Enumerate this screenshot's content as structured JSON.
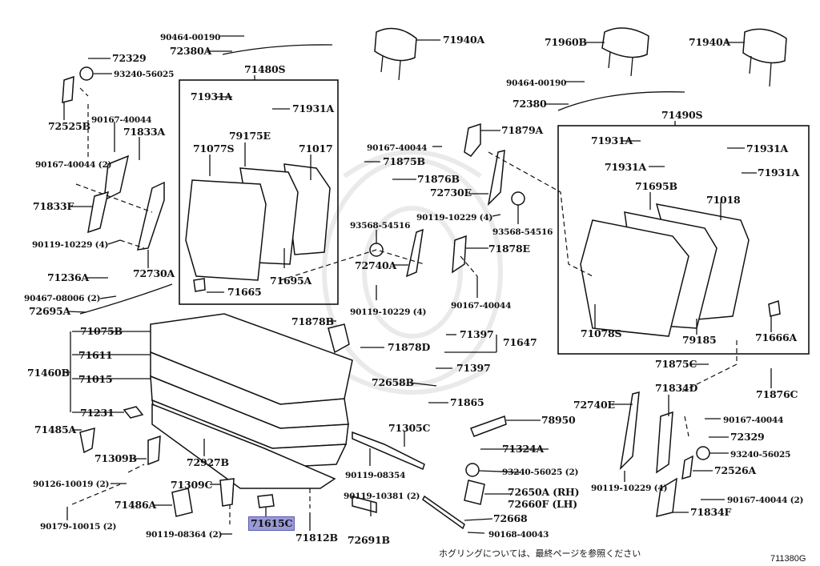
{
  "diagram": {
    "type": "exploded-parts-diagram",
    "subject": "Rear seat assembly",
    "diagram_code": "711380G",
    "note": "ホグリングについては、最終ページを参照ください",
    "highlight_color": "#9a9ad8",
    "highlighted_part": "71615C",
    "groups": [
      {
        "id": "71480S",
        "children": [
          "71931A",
          "71931A",
          "79175E",
          "71077S",
          "71017",
          "71695A",
          "71665"
        ]
      },
      {
        "id": "71490S",
        "children": [
          "71931A",
          "71931A",
          "71931A",
          "71931A",
          "71695B",
          "71018",
          "71078S",
          "79185",
          "71666A"
        ]
      },
      {
        "id": "71460B",
        "children": [
          "71075B",
          "71611",
          "71015",
          "71231"
        ]
      },
      {
        "id": "71647",
        "children": [
          "71397",
          "71397"
        ]
      }
    ],
    "labels": {
      "p90464_00190_l": "90464-00190",
      "p72380A": "72380A",
      "p72329_l": "72329",
      "p93240_56025_l": "93240-56025",
      "p72525B": "72525B",
      "p90167_40044_a": "90167-40044",
      "p71833A": "71833A",
      "p90167_40044_2a": "90167-40044 (2)",
      "p71833F": "71833F",
      "p90119_10229_4a": "90119-10229 (4)",
      "p72730A": "72730A",
      "p71236A": "71236A",
      "p90467_08006": "90467-08006 (2)",
      "p72695A": "72695A",
      "p71480S": "71480S",
      "p71931A_1": "71931A",
      "p71931A_2": "71931A",
      "p79175E": "79175E",
      "p71077S": "71077S",
      "p71017": "71017",
      "p71695A": "71695A",
      "p71665": "71665",
      "p71940A_l": "71940A",
      "p71960B": "71960B",
      "p71940A_r": "71940A",
      "p90464_00190_r": "90464-00190",
      "p72380": "72380",
      "p71879A": "71879A",
      "p90167_40044_b": "90167-40044",
      "p71875B": "71875B",
      "p71876B": "71876B",
      "p72730E": "72730E",
      "p90119_10229_4b": "90119-10229 (4)",
      "p93568_54516_a": "93568-54516",
      "p93568_54516_b": "93568-54516",
      "p71878E": "71878E",
      "p72740A": "72740A",
      "p90119_10229_4c": "90119-10229 (4)",
      "p90167_40044_c": "90167-40044",
      "p71490S": "71490S",
      "p71931A_3": "71931A",
      "p71931A_4": "71931A",
      "p71931A_5": "71931A",
      "p71931A_6": "71931A",
      "p71695B": "71695B",
      "p71018": "71018",
      "p71078S": "71078S",
      "p79185": "79185",
      "p71666A": "71666A",
      "p71075B": "71075B",
      "p71611": "71611",
      "p71460B": "71460B",
      "p71015": "71015",
      "p71231": "71231",
      "p71485A": "71485A",
      "p71309B": "71309B",
      "p72927B": "72927B",
      "p90126_10019": "90126-10019 (2)",
      "p71309C": "71309C",
      "p71486A": "71486A",
      "p90179_10015": "90179-10015 (2)",
      "p90119_08364": "90119-08364 (2)",
      "p71615C": "71615C",
      "p71812B": "71812B",
      "p71878B": "71878B",
      "p71878D": "71878D",
      "p71397_a": "71397",
      "p71647": "71647",
      "p71397_b": "71397",
      "p72658B": "72658B",
      "p71865": "71865",
      "p71305C": "71305C",
      "p90119_08354": "90119-08354",
      "p90119_10381": "90119-10381 (2)",
      "p72691B": "72691B",
      "p78950": "78950",
      "p71324A": "71324A",
      "p93240_56025_2": "93240-56025 (2)",
      "p72650A": "72650A (RH)",
      "p72660F": "72660F (LH)",
      "p72668": "72668",
      "p90168_40043": "90168-40043",
      "p71875C": "71875C",
      "p71876C": "71876C",
      "p71834D": "71834D",
      "p72740E": "72740E",
      "p90167_40044_d": "90167-40044",
      "p72329_r": "72329",
      "p93240_56025_r": "93240-56025",
      "p72526A": "72526A",
      "p90119_10229_4d": "90119-10229 (4)",
      "p90167_40044_2b": "90167-40044 (2)",
      "p71834F": "71834F"
    }
  }
}
